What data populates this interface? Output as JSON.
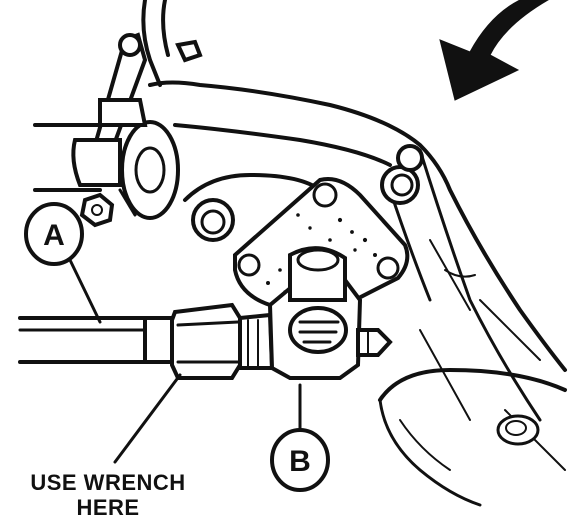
{
  "figure": {
    "callouts": [
      {
        "id": "A",
        "label": "A"
      },
      {
        "id": "B",
        "label": "B"
      }
    ],
    "caption": {
      "line1": "USE WRENCH",
      "line2": "HERE"
    },
    "arrow_direction_icon": "curved-arrow-icon"
  }
}
